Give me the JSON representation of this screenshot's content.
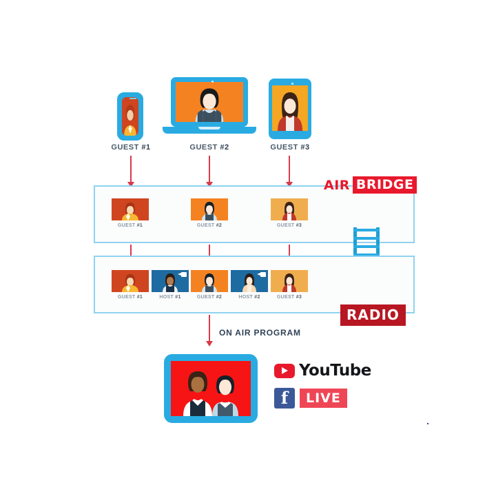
{
  "diagram": {
    "title": "Air Bridge radio remote-guest workflow",
    "colors": {
      "device_frame": "#29abe2",
      "arrow": "#d93a4a",
      "panel_border": "#8fd3ef",
      "panel_fill": "#fbfcfc",
      "brand_red": "#e8192c",
      "radio_red": "#b71722",
      "label_text": "#4a5a6a",
      "onair_text": "#2f4156",
      "output_screen": "#f71414",
      "facebook_blue": "#3b5998",
      "live_red": "#ef4656"
    },
    "sources": {
      "items": [
        {
          "label_prefix": "GUEST ",
          "label_suffix": "#1",
          "device": "smartphone",
          "screen_bg": "#cf4520",
          "subject": "woman-orange-top"
        },
        {
          "label_prefix": "GUEST ",
          "label_suffix": "#2",
          "device": "laptop",
          "screen_bg": "#f58220",
          "subject": "man-dark-vest"
        },
        {
          "label_prefix": "GUEST ",
          "label_suffix": "#3",
          "device": "tablet",
          "screen_bg": "#f5a623",
          "subject": "woman-red-blazer"
        }
      ]
    },
    "air_bridge": {
      "badge_word_1": "AIR",
      "badge_word_2": "BRIDGE",
      "tiles": [
        {
          "label_prefix": "GUEST ",
          "label_suffix": "#1",
          "bg": "#cf4520",
          "has_camera_badge": false
        },
        {
          "label_prefix": "GUEST ",
          "label_suffix": "#2",
          "bg": "#f58220",
          "has_camera_badge": false
        },
        {
          "label_prefix": "GUEST ",
          "label_suffix": "#3",
          "bg": "#f0ad4e",
          "has_camera_badge": false
        }
      ]
    },
    "radio": {
      "badge": "RADIO",
      "tiles": [
        {
          "label_prefix": "GUEST ",
          "label_suffix": "#1",
          "bg": "#cf4520",
          "has_camera_badge": false
        },
        {
          "label_prefix": "HOST ",
          "label_suffix": "#1",
          "bg": "#1e6ba1",
          "has_camera_badge": true
        },
        {
          "label_prefix": "GUEST ",
          "label_suffix": "#2",
          "bg": "#f58220",
          "has_camera_badge": false
        },
        {
          "label_prefix": "HOST ",
          "label_suffix": "#2",
          "bg": "#1e6ba1",
          "has_camera_badge": true
        },
        {
          "label_prefix": "GUEST ",
          "label_suffix": "#3",
          "bg": "#f0ad4e",
          "has_camera_badge": false
        }
      ]
    },
    "output": {
      "on_air_label": "ON AIR PROGRAM",
      "screen_bg": "#f71414",
      "hosts": [
        "host-1",
        "host-2"
      ]
    },
    "destinations": {
      "youtube_label": "YouTube",
      "facebook_letter": "f",
      "facebook_live_label": "LIVE"
    },
    "connector": {
      "ladder_icon": "ladder-icon",
      "rung_count": 5
    }
  }
}
